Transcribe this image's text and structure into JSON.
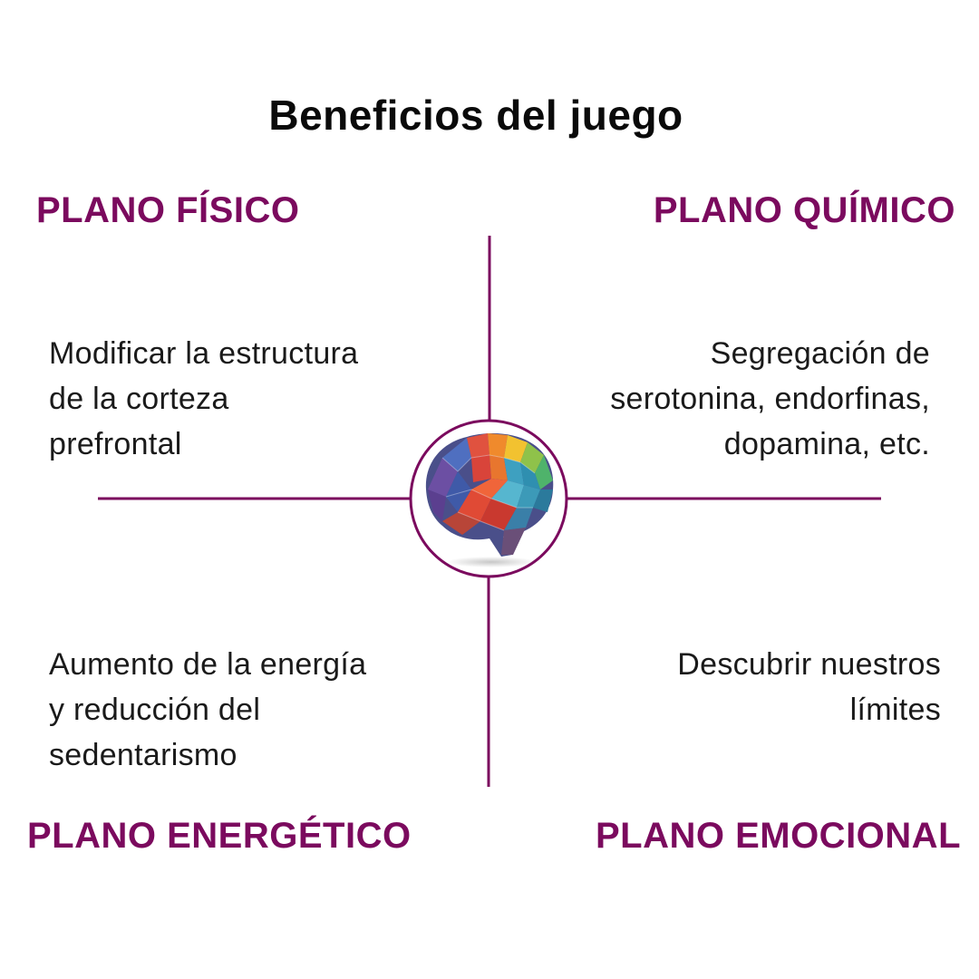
{
  "title": "Beneficios del juego",
  "colors": {
    "accent": "#7b0a5e",
    "text": "#1a1a1a",
    "title": "#0a0a0a",
    "background": "#ffffff"
  },
  "center_image": {
    "icon": "colorful-low-poly-brain-icon"
  },
  "quadrants": {
    "top_left": {
      "heading": "PLANO FÍSICO",
      "description": "Modificar la estructura\nde la corteza\nprefrontal"
    },
    "top_right": {
      "heading": "PLANO QUÍMICO",
      "description": "Segregación de\nserotonina, endorfinas,\ndopamina, etc."
    },
    "bottom_left": {
      "heading": "PLANO ENERGÉTICO",
      "description": "Aumento de la energía\ny reducción del\nsedentarismo"
    },
    "bottom_right": {
      "heading": "PLANO EMOCIONAL",
      "description": "Descubrir nuestros\nlímites"
    }
  }
}
